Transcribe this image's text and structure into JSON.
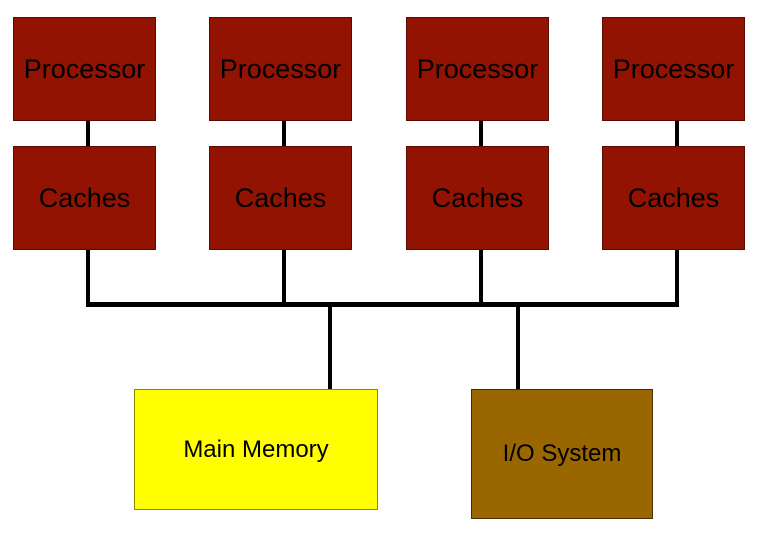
{
  "colors": {
    "processor": "#921302",
    "cache": "#921302",
    "main_memory": "#ffff00",
    "io_system": "#996600",
    "wire": "#000000"
  },
  "processors": [
    {
      "label": "Processor"
    },
    {
      "label": "Processor"
    },
    {
      "label": "Processor"
    },
    {
      "label": "Processor"
    }
  ],
  "caches": [
    {
      "label": "Caches"
    },
    {
      "label": "Caches"
    },
    {
      "label": "Caches"
    },
    {
      "label": "Caches"
    }
  ],
  "main_memory": {
    "label": "Main Memory"
  },
  "io_system": {
    "label": "I/O System"
  }
}
